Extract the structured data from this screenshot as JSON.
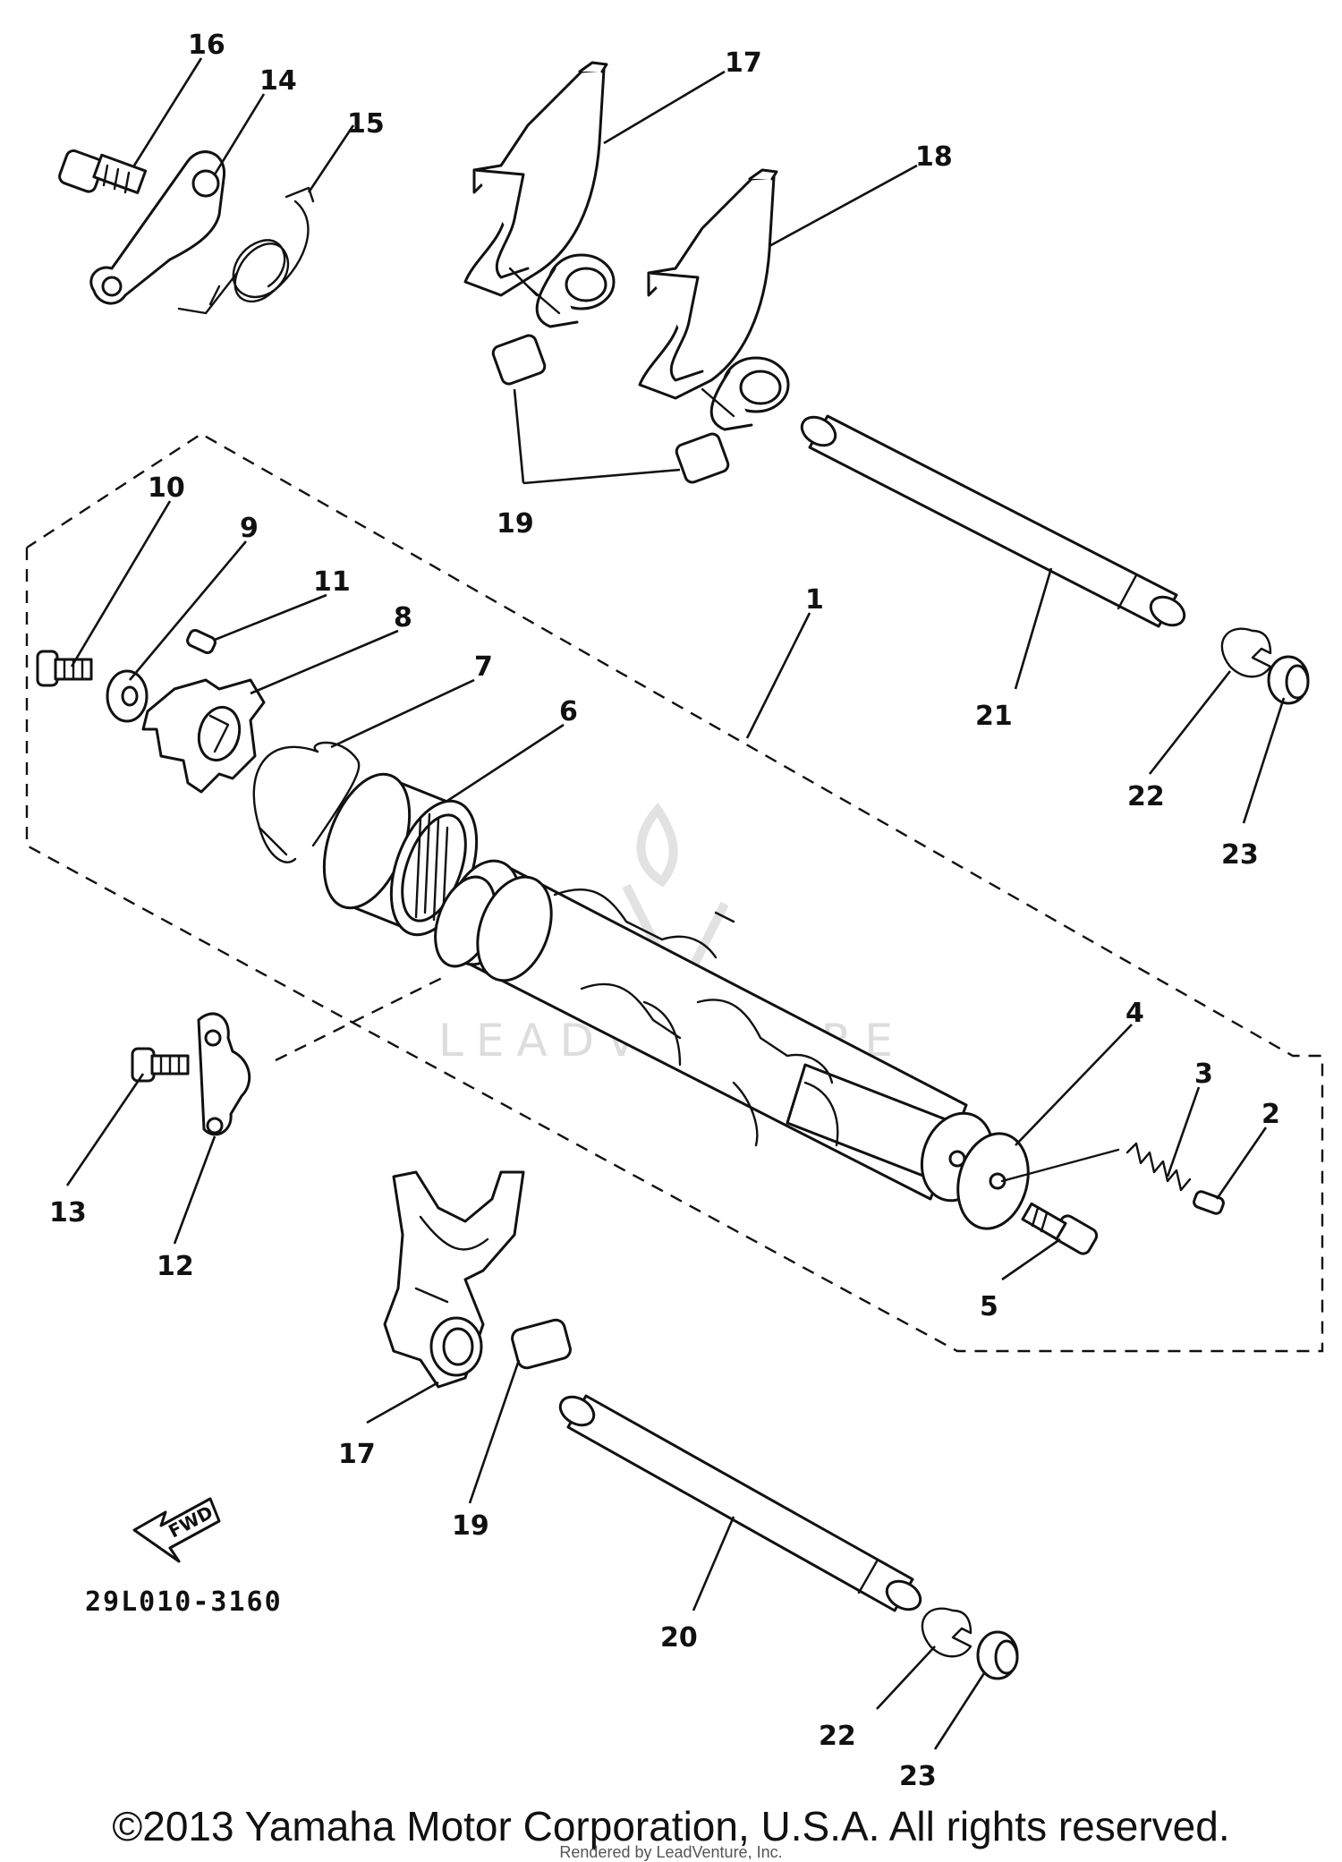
{
  "diagram": {
    "part_code": "29L010-3160",
    "fwd_label": "FWD",
    "watermark": "LEADVENTURE",
    "callouts": {
      "c1": "1",
      "c2": "2",
      "c3": "3",
      "c4": "4",
      "c5": "5",
      "c6": "6",
      "c7": "7",
      "c8": "8",
      "c9": "9",
      "c10": "10",
      "c11": "11",
      "c12": "12",
      "c13": "13",
      "c14": "14",
      "c15": "15",
      "c16": "16",
      "c17a": "17",
      "c17b": "17",
      "c18": "18",
      "c19a": "19",
      "c19b": "19",
      "c20": "20",
      "c21": "21",
      "c22a": "22",
      "c22b": "22",
      "c23a": "23",
      "c23b": "23"
    }
  },
  "footer": {
    "copyright": "©2013 Yamaha Motor Corporation, U.S.A. All rights reserved.",
    "rendered_by": "Rendered by LeadVenture, Inc."
  }
}
